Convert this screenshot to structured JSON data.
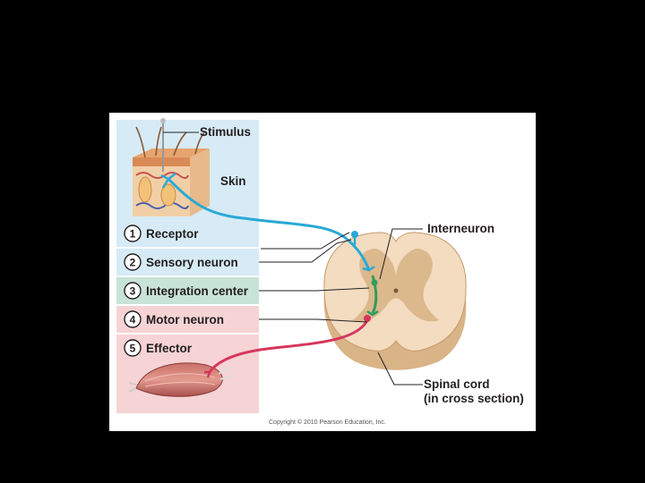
{
  "labels": {
    "stimulus": "Stimulus",
    "skin": "Skin",
    "interneuron": "Interneuron",
    "spinal_cord_line1": "Spinal cord",
    "spinal_cord_line2": "(in cross section)"
  },
  "steps": [
    {
      "number": "1",
      "label": "Receptor",
      "color": "#d6ebf6"
    },
    {
      "number": "2",
      "label": "Sensory neuron",
      "color": "#d6ebf6"
    },
    {
      "number": "3",
      "label": "Integration center",
      "color": "#c8e3d7"
    },
    {
      "number": "4",
      "label": "Motor neuron",
      "color": "#f6d3d5"
    },
    {
      "number": "5",
      "label": "Effector",
      "color": "#f6d3d5"
    }
  ],
  "copyright": "Copyright © 2010 Pearson Education, Inc.",
  "colors": {
    "sensory": "#29a9d6",
    "interneuron": "#2e9d5b",
    "motor": "#d6365c",
    "cord_white": "#f3dcc0",
    "cord_gray": "#d9b487"
  }
}
